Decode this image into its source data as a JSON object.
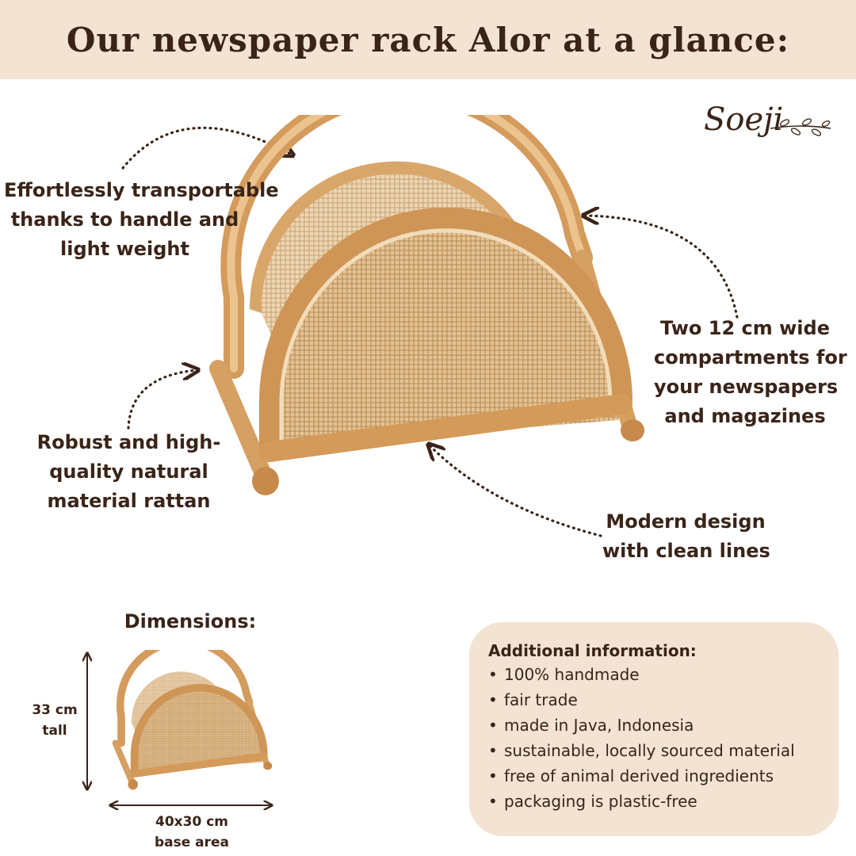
{
  "header": {
    "title": "Our newspaper rack Alor at a glance:"
  },
  "logo": {
    "text": "Soeji"
  },
  "callouts": {
    "transport": [
      "Effortlessly transportable",
      "thanks to handle and",
      "light weight"
    ],
    "compartments": [
      "Two 12 cm wide",
      "compartments for",
      "your newspapers",
      "and magazines"
    ],
    "material": [
      "Robust and high-",
      "quality natural",
      "material rattan"
    ],
    "design": [
      "Modern design",
      "with clean lines"
    ]
  },
  "dimensions": {
    "title": "Dimensions:",
    "height": [
      "33 cm",
      "tall"
    ],
    "base": [
      "40x30 cm",
      "base area"
    ]
  },
  "info": {
    "title": "Additional information:",
    "items": [
      "100% handmade",
      "fair trade",
      "made in Java, Indonesia",
      "sustainable, locally sourced material",
      "free of animal derived ingredients",
      "packaging is plastic-free"
    ]
  },
  "colors": {
    "header_bg": "#f3e3d3",
    "text": "#3a2418",
    "rattan_frame": "#dcae74",
    "weave": "#d9b583"
  },
  "icons": [
    "leaf-branch-icon",
    "dotted-arrow-icon",
    "dimension-arrow-icon"
  ]
}
